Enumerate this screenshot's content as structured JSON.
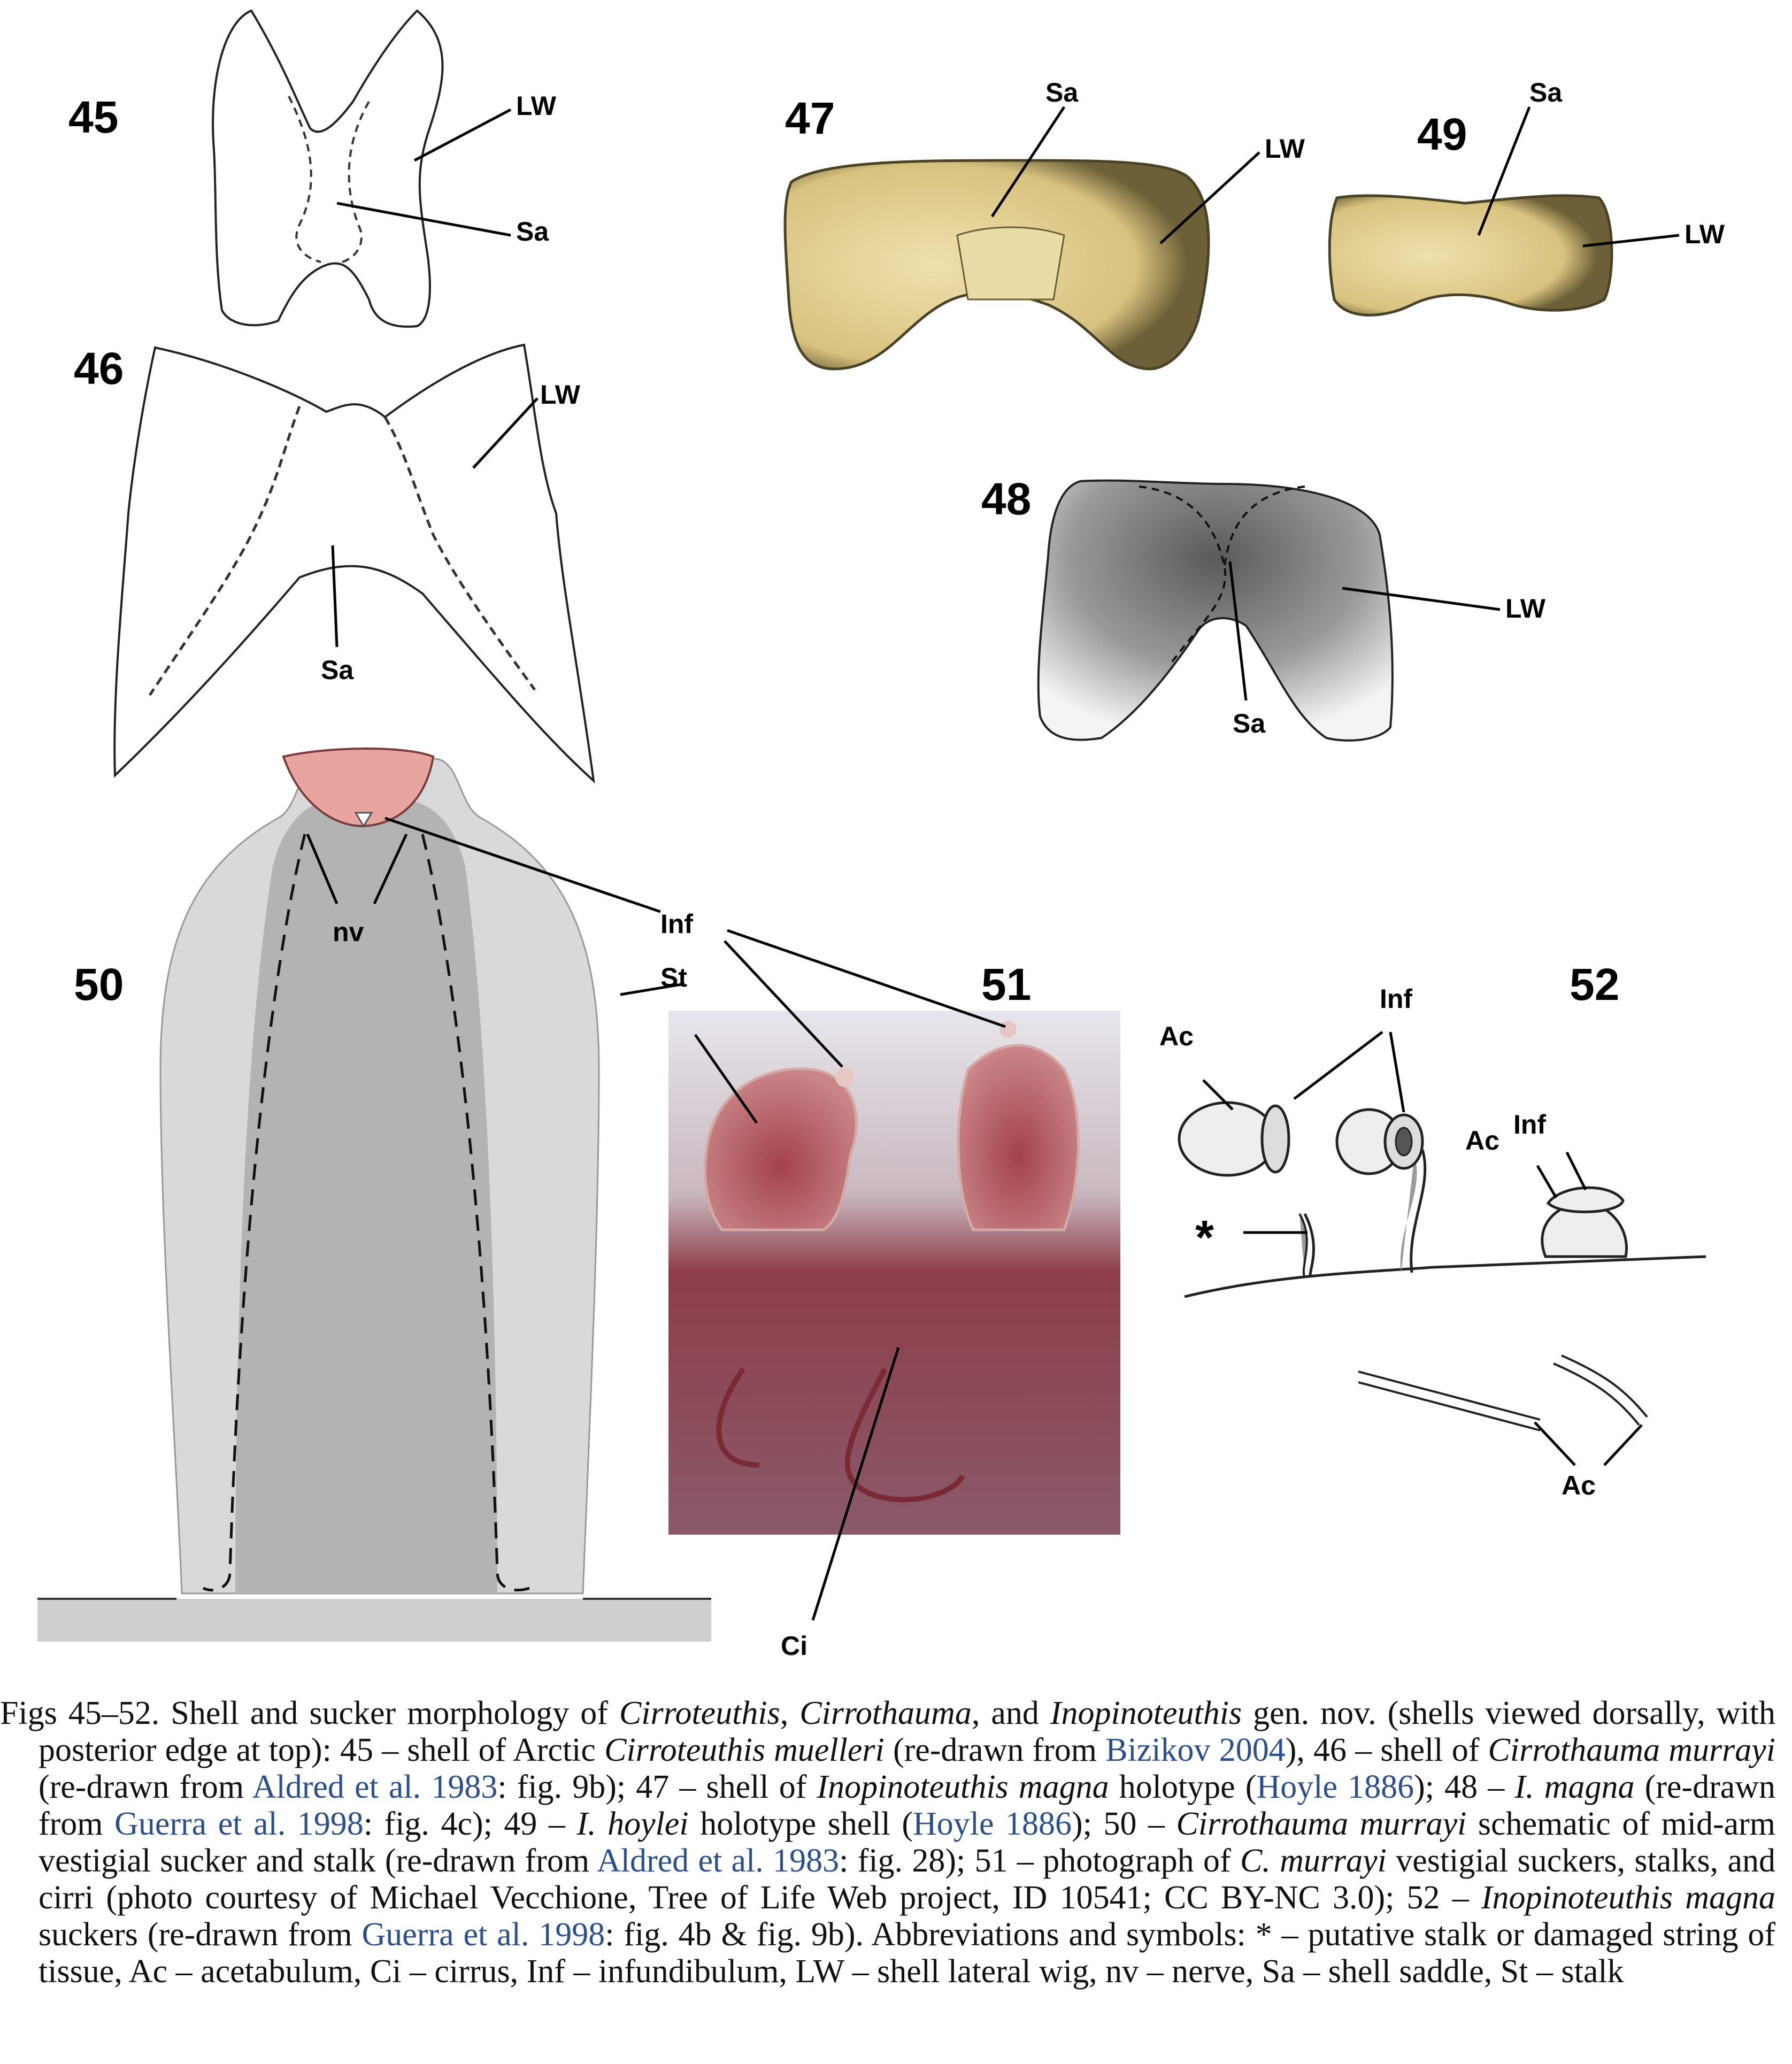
{
  "figures": {
    "f45": {
      "number": "45",
      "labels": [
        "LW",
        "Sa"
      ]
    },
    "f46": {
      "number": "46",
      "labels": [
        "LW",
        "Sa"
      ]
    },
    "f47": {
      "number": "47",
      "labels": [
        "Sa",
        "LW"
      ]
    },
    "f48": {
      "number": "48",
      "labels": [
        "LW",
        "Sa"
      ]
    },
    "f49": {
      "number": "49",
      "labels": [
        "Sa",
        "LW"
      ]
    },
    "f50": {
      "number": "50",
      "labels": [
        "nv"
      ]
    },
    "f51": {
      "number": "51",
      "labels": [
        "Inf",
        "St",
        "Ci"
      ]
    },
    "f52": {
      "number": "52",
      "labels": [
        "Inf",
        "Ac",
        "Inf",
        "Ac",
        "*",
        "Ac"
      ]
    }
  },
  "colors": {
    "shell_fill_47_49": "#e6d49a",
    "sucker_pink": "#e8a5a0",
    "stalk_gray": "#d9d9d9",
    "stalk_dark": "#b3b3b3",
    "photo_tissue": "#9c4a52",
    "caption_ref": "#2b4e8c"
  },
  "caption": {
    "p1": "Figs 45–52. Shell and sucker morphology of ",
    "i1": "Cirroteuthis",
    "p2": ", ",
    "i2": "Cirrothauma",
    "p3": ", and ",
    "i3": "Inopinoteuthis",
    "p4": " gen. nov. (shells viewed dorsally, with posterior edge at top): 45 – shell of Arctic ",
    "i4": "Cirroteuthis muelleri",
    "p5": " (re-drawn from ",
    "r1": "Bizikov 2004",
    "p6": "), 46 – shell of ",
    "i5": "Cirrothauma murrayi",
    "p7": " (re-drawn from ",
    "r2": "Aldred et al. 1983",
    "p8": ": fig. 9b); 47 – shell of ",
    "i6": "Inopinoteuthis magna",
    "p9": " holotype (",
    "r3": "Hoyle 1886",
    "p10": "); 48 – ",
    "i7": "I. magna",
    "p11": " (re-drawn from ",
    "r4": "Guerra et al. 1998",
    "p12": ": fig. 4c); 49 – ",
    "i8": "I. hoylei",
    "p13": " holotype shell (",
    "r5": "Hoyle 1886",
    "p14": "); 50 – ",
    "i9": "Cirrothauma murrayi",
    "p15": " schematic of mid-arm vestigial sucker and stalk (re-drawn from ",
    "r6": "Aldred et al. 1983",
    "p16": ": fig. 28); 51 – photograph of ",
    "i10": "C. murrayi",
    "p17": " vestigial suckers, stalks, and cirri (photo courtesy of Michael Vecchione, Tree of Life Web project, ID 10541; CC BY-NC 3.0); 52 – ",
    "i11": "Inopinoteuthis magna",
    "p18": " suckers (re-drawn from ",
    "r7": "Guerra et al. 1998",
    "p19": ": fig. 4b & fig. 9b). Abbreviations and symbols: * – putative stalk or damaged string of tissue, Ac – acetabulum, Ci – cirrus, Inf – infundibulum, LW – shell lateral wig, nv – nerve, Sa – shell saddle, St – stalk"
  }
}
